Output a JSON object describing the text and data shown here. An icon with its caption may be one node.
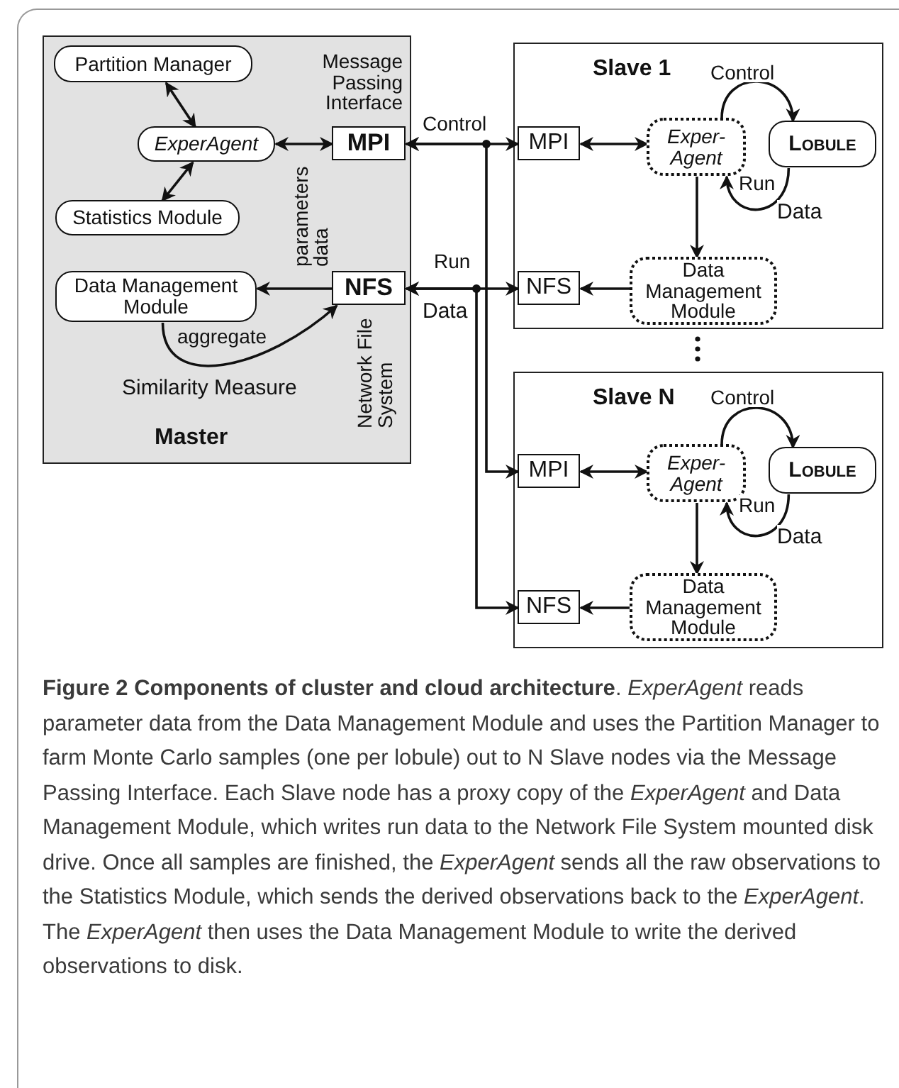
{
  "diagram": {
    "caption": "**Figure 2 Components of cluster and cloud architecture**. *ExperAgent* reads parameter data from the Data Management Module and uses the Partition Manager to farm Monte Carlo samples (one per lobule) out to N Slave nodes via the Message Passing Interface. Each Slave node has a proxy copy of the *ExperAgent* and Data Management Module, which writes run data to the Network File System mounted disk drive. Once all samples are finished, the *ExperAgent* sends all the raw observations to the Statistics Module, which sends the derived observations back to the *ExperAgent*. The *ExperAgent* then uses the Data Management Module to write the derived observations to disk.",
    "nodes": [
      {
        "text": [
          "Master"
        ]
      },
      {
        "text": [
          "Partition Manager"
        ],
        "in": 0
      },
      {
        "text": [
          "ExperAgent"
        ],
        "in": 0
      },
      {
        "text": [
          "Statistics Module"
        ],
        "in": 0
      },
      {
        "text": [
          "Data Management Module"
        ],
        "in": 0
      },
      {
        "text": [
          "MPI"
        ],
        "in": 0,
        "beside": [
          "Message Passing Interface"
        ]
      },
      {
        "text": [
          "NFS"
        ],
        "in": 0,
        "beside": [
          "Network File System"
        ]
      },
      {
        "text": [
          "Slave 1"
        ]
      },
      {
        "text": [
          "MPI"
        ],
        "in": 7
      },
      {
        "text": [
          "Exper- Agent"
        ],
        "in": 7
      },
      {
        "text": [
          "Lobule"
        ],
        "in": 7
      },
      {
        "text": [
          "NFS"
        ],
        "in": 7
      },
      {
        "text": [
          "Data Management Module"
        ],
        "in": 7
      },
      {
        "text": [
          "Slave N"
        ]
      },
      {
        "text": [
          "MPI"
        ],
        "in": 13
      },
      {
        "text": [
          "Exper- Agent"
        ],
        "in": 13
      },
      {
        "text": [
          "Lobule"
        ],
        "in": 13
      },
      {
        "text": [
          "NFS"
        ],
        "in": 13
      },
      {
        "text": [
          "Data Management Module"
        ],
        "in": 13
      }
    ],
    "edges": [
      {
        "from": 1,
        "to": 2,
        "arrow": "both"
      },
      {
        "from": 2,
        "to": 3,
        "arrow": "both"
      },
      {
        "from": 2,
        "to": 5,
        "arrow": "both"
      },
      {
        "from": 6,
        "to": 4,
        "arrow": "to",
        "label": "parameters data"
      },
      {
        "from": 4,
        "to": 6,
        "arrow": "to",
        "label": "aggregate"
      },
      {
        "from": 5,
        "to": 8,
        "arrow": "both",
        "label": "Control"
      },
      {
        "from": 5,
        "to": 14,
        "arrow": "both"
      },
      {
        "from": 6,
        "to": 11,
        "arrow": "both",
        "label": "Run"
      },
      {
        "from": 6,
        "to": 17,
        "arrow": "both"
      },
      {
        "from": 8,
        "to": 9,
        "arrow": "both"
      },
      {
        "from": 9,
        "to": 10,
        "arrow": "to",
        "label": "Control"
      },
      {
        "from": 10,
        "to": 9,
        "arrow": "to",
        "label": "Run"
      },
      {
        "from": 9,
        "to": 12,
        "arrow": "to"
      },
      {
        "from": 12,
        "to": 11,
        "arrow": "to"
      },
      {
        "from": 14,
        "to": 15,
        "arrow": "both"
      },
      {
        "from": 15,
        "to": 16,
        "arrow": "to",
        "label": "Control"
      },
      {
        "from": 16,
        "to": 15,
        "arrow": "to",
        "label": "Run"
      },
      {
        "from": 15,
        "to": 18,
        "arrow": "to"
      },
      {
        "from": 18,
        "to": 17,
        "arrow": "to"
      }
    ],
    "labels": [
      "Similarity Measure",
      "Data",
      "Data",
      "Data"
    ]
  }
}
